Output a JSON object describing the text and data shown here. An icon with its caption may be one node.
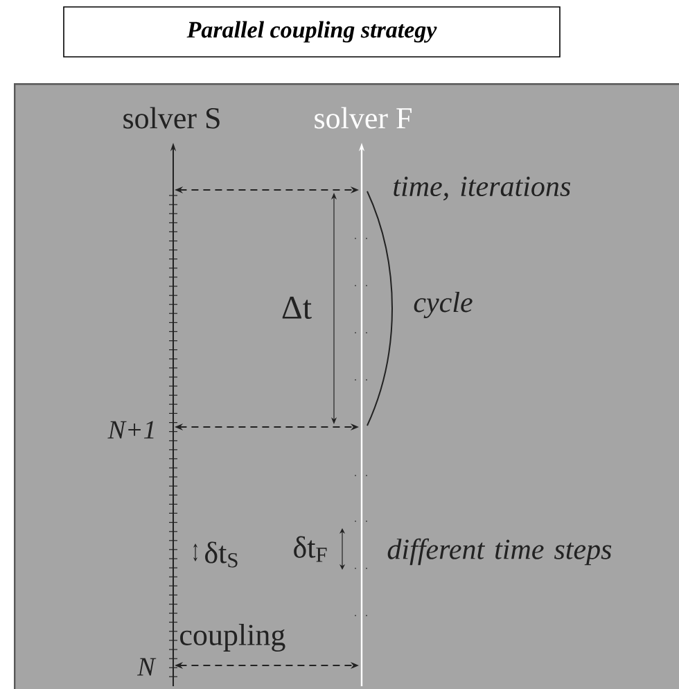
{
  "diagram": {
    "title": "Parallel coupling strategy",
    "labels": [
      "solver S",
      "solver F",
      "time, iterations",
      "Δt",
      "cycle",
      "N+1",
      "δt$_{S}$",
      "δt$_{F}$",
      "different time steps",
      "coupling",
      "N"
    ]
  }
}
